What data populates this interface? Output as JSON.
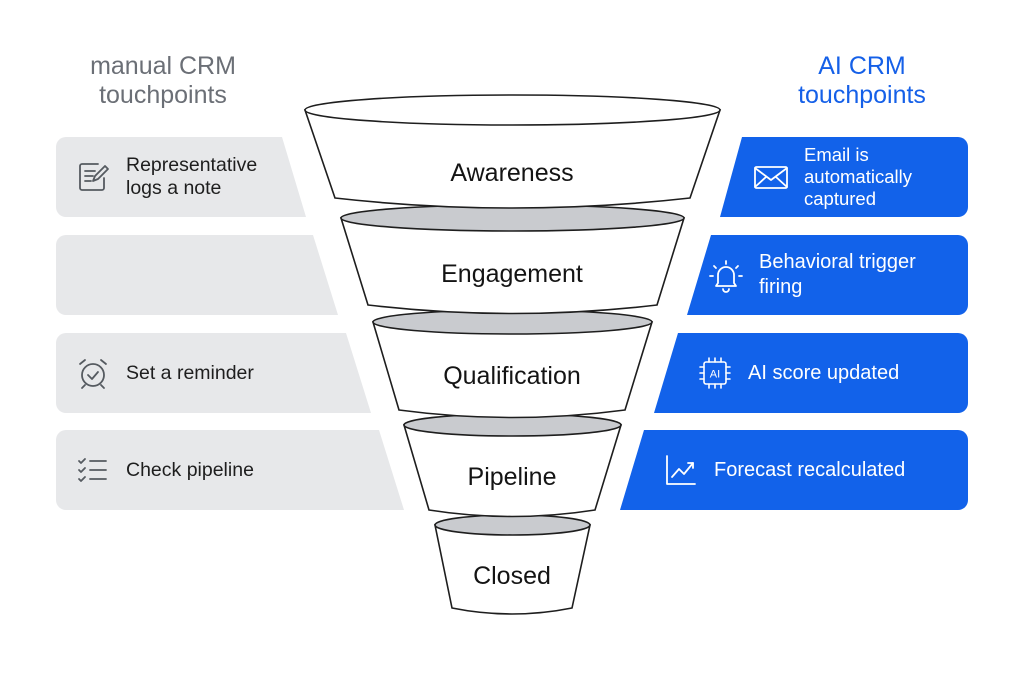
{
  "manual_header": [
    "manual CRM",
    "touchpoints"
  ],
  "ai_header": [
    "AI CRM",
    "touchpoints"
  ],
  "funnel_stages": [
    "Awareness",
    "Engagement",
    "Qualification",
    "Pipeline",
    "Closed"
  ],
  "manual_cards": [
    {
      "icon": "note-edit-icon",
      "label": "Representative logs a note"
    },
    {
      "icon": "",
      "label": ""
    },
    {
      "icon": "alarm-clock-icon",
      "label": "Set a reminder"
    },
    {
      "icon": "checklist-icon",
      "label": "Check pipeline"
    }
  ],
  "ai_cards": [
    {
      "icon": "envelope-icon",
      "label": "Email is automatically captured"
    },
    {
      "icon": "bell-icon",
      "label": "Behavioral trigger firing"
    },
    {
      "icon": "ai-chip-icon",
      "label": "AI score updated",
      "chip_text": "AI"
    },
    {
      "icon": "trend-chart-icon",
      "label": "Forecast recalculated"
    }
  ],
  "colors": {
    "manual_card_bg": "#e7e8ea",
    "ai_card_bg": "#1262ea",
    "ai_header": "#1560e8",
    "manual_header": "#6b6f76",
    "funnel_band": "#c9cbcf",
    "funnel_stroke": "#1e1e1e"
  }
}
